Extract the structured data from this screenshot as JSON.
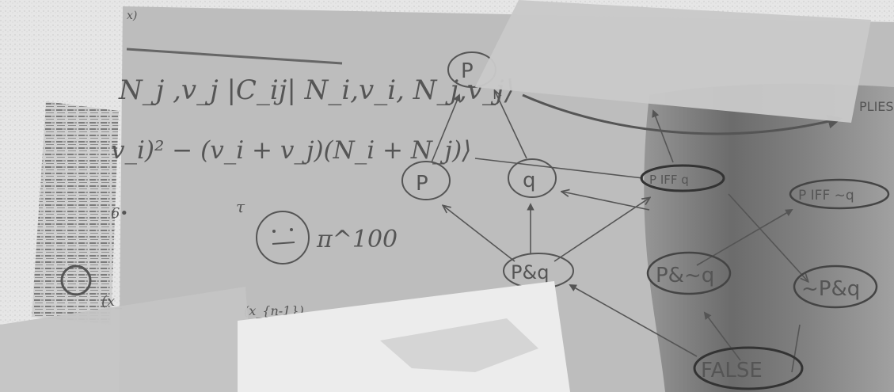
{
  "page": {
    "background_color": "#d9d9d9",
    "paper_color": "#bdbdbd",
    "tape_color": "#c9c9c9",
    "ink_color": "#555555",
    "photo_color": "#6f6f6f"
  },
  "notes": {
    "top_fragment": "x)",
    "equation_1": "N_j ,v_j |C_ij| N_i,v_i, N_j,v_j⟩",
    "equation_2": "v_i)² − (v_i + v_j)(N_i + N_j)⟩",
    "mark_left": "6•",
    "tau_mark": "τ",
    "pi_mark": "π^100",
    "bottom_fragment_1": "(x_",
    "bottom_fragment_2": "(x_{n-1})"
  },
  "diagram": {
    "nodes": {
      "p_top": "P",
      "p": "P",
      "q": "q",
      "p_and_q": "P&q",
      "p_iff_q": "P IFF q",
      "p_iff_not_q": "P IFF ~q",
      "p_and_not_q": "P&~q",
      "not_p_and_q": "~P&q",
      "false": "FALSE",
      "implies_fragment": "PLIES"
    }
  }
}
